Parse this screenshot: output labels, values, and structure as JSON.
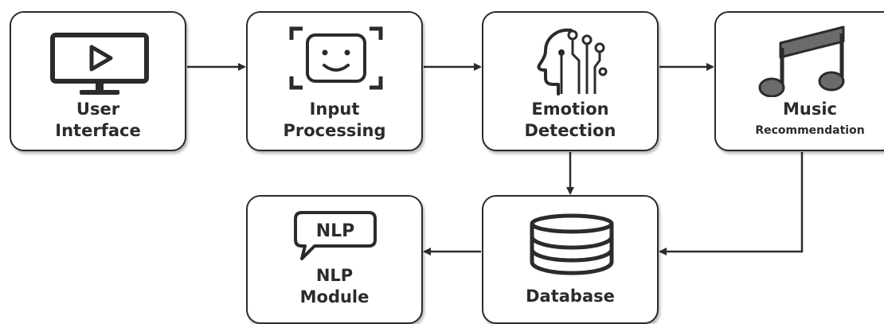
{
  "diagram": {
    "nodes": {
      "user_interface": {
        "line1": "User",
        "line2": "Interface",
        "icon": "monitor-play-icon"
      },
      "input_processing": {
        "line1": "Input",
        "line2": "Processing",
        "icon": "face-scan-icon"
      },
      "emotion_detection": {
        "line1": "Emotion",
        "line2": "Detection",
        "icon": "brain-circuit-icon"
      },
      "music_recommendation": {
        "line1": "Music",
        "line2": "Recommendation",
        "icon": "music-note-icon"
      },
      "database": {
        "line1": "Database",
        "icon": "database-icon"
      },
      "nlp_module": {
        "line1": "NLP",
        "line2": "Module",
        "icon": "speech-bubble-icon",
        "icon_text": "NLP"
      }
    },
    "edges": [
      {
        "from": "User Interface",
        "to": "Input Processing"
      },
      {
        "from": "Input Processing",
        "to": "Emotion Detection"
      },
      {
        "from": "Emotion Detection",
        "to": "Music Recommendation"
      },
      {
        "from": "Emotion Detection",
        "to": "Database"
      },
      {
        "from": "Music Recommendation",
        "to": "Database"
      },
      {
        "from": "Database",
        "to": "NLP Module"
      }
    ],
    "colors": {
      "stroke": "#2b2b2b",
      "icon_fill": "#6b6b6b",
      "background": "#ffffff"
    }
  }
}
